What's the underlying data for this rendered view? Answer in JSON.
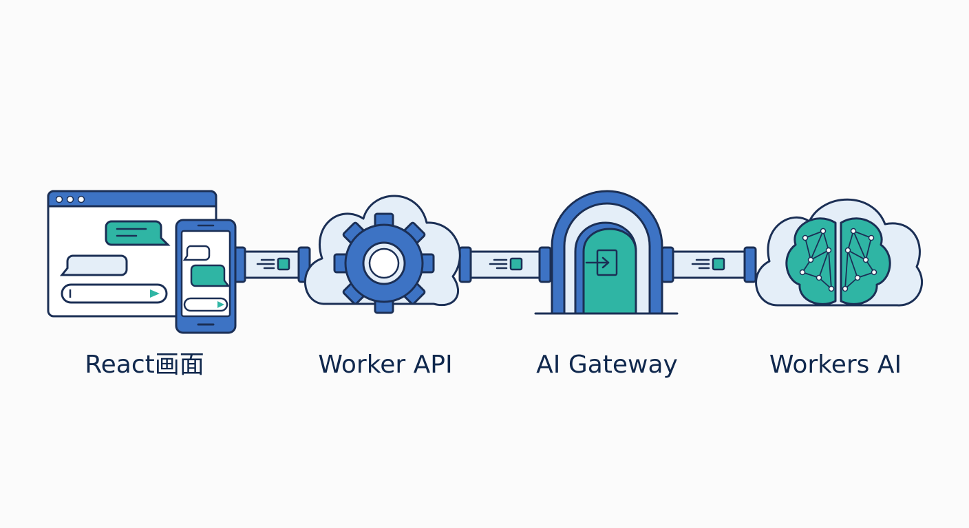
{
  "nodes": [
    {
      "id": "react",
      "label": "React画面",
      "icon": "browser-mobile-chat-icon"
    },
    {
      "id": "worker-api",
      "label": "Worker API",
      "icon": "cloud-gear-icon"
    },
    {
      "id": "ai-gateway",
      "label": "AI Gateway",
      "icon": "gateway-door-icon"
    },
    {
      "id": "workers-ai",
      "label": "Workers AI",
      "icon": "cloud-brain-icon"
    }
  ],
  "connectors": [
    {
      "from": "react",
      "to": "worker-api",
      "icon": "data-packet-icon"
    },
    {
      "from": "worker-api",
      "to": "ai-gateway",
      "icon": "data-packet-icon"
    },
    {
      "from": "ai-gateway",
      "to": "workers-ai",
      "icon": "data-packet-icon"
    }
  ],
  "colors": {
    "background": "#fbfbfb",
    "outline": "#1b2f55",
    "blue": "#3d73c4",
    "teal": "#2fb5a4",
    "light_blue": "#e4eef8",
    "text": "#10284d"
  }
}
